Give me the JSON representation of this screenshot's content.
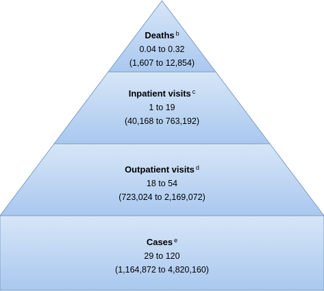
{
  "colors": {
    "fill_top": "#d7e6f8",
    "fill_bottom": "#a9c8ee",
    "outline": "#7a9cc6"
  },
  "tiers": [
    {
      "label": "Deaths",
      "superscript": "b",
      "rate": "0.04 to 0.32",
      "count": "(1,607 to 12,854)"
    },
    {
      "label": "Inpatient visits",
      "superscript": "c",
      "rate": "1 to 19",
      "count": "(40,168 to 763,192)"
    },
    {
      "label": "Outpatient visits",
      "superscript": "d",
      "rate": "18 to 54",
      "count": "(723,024 to 2,169,072)"
    },
    {
      "label": "Cases",
      "superscript": "e",
      "rate": "29 to 120",
      "count": "(1,164,872 to 4,820,160)"
    }
  ]
}
